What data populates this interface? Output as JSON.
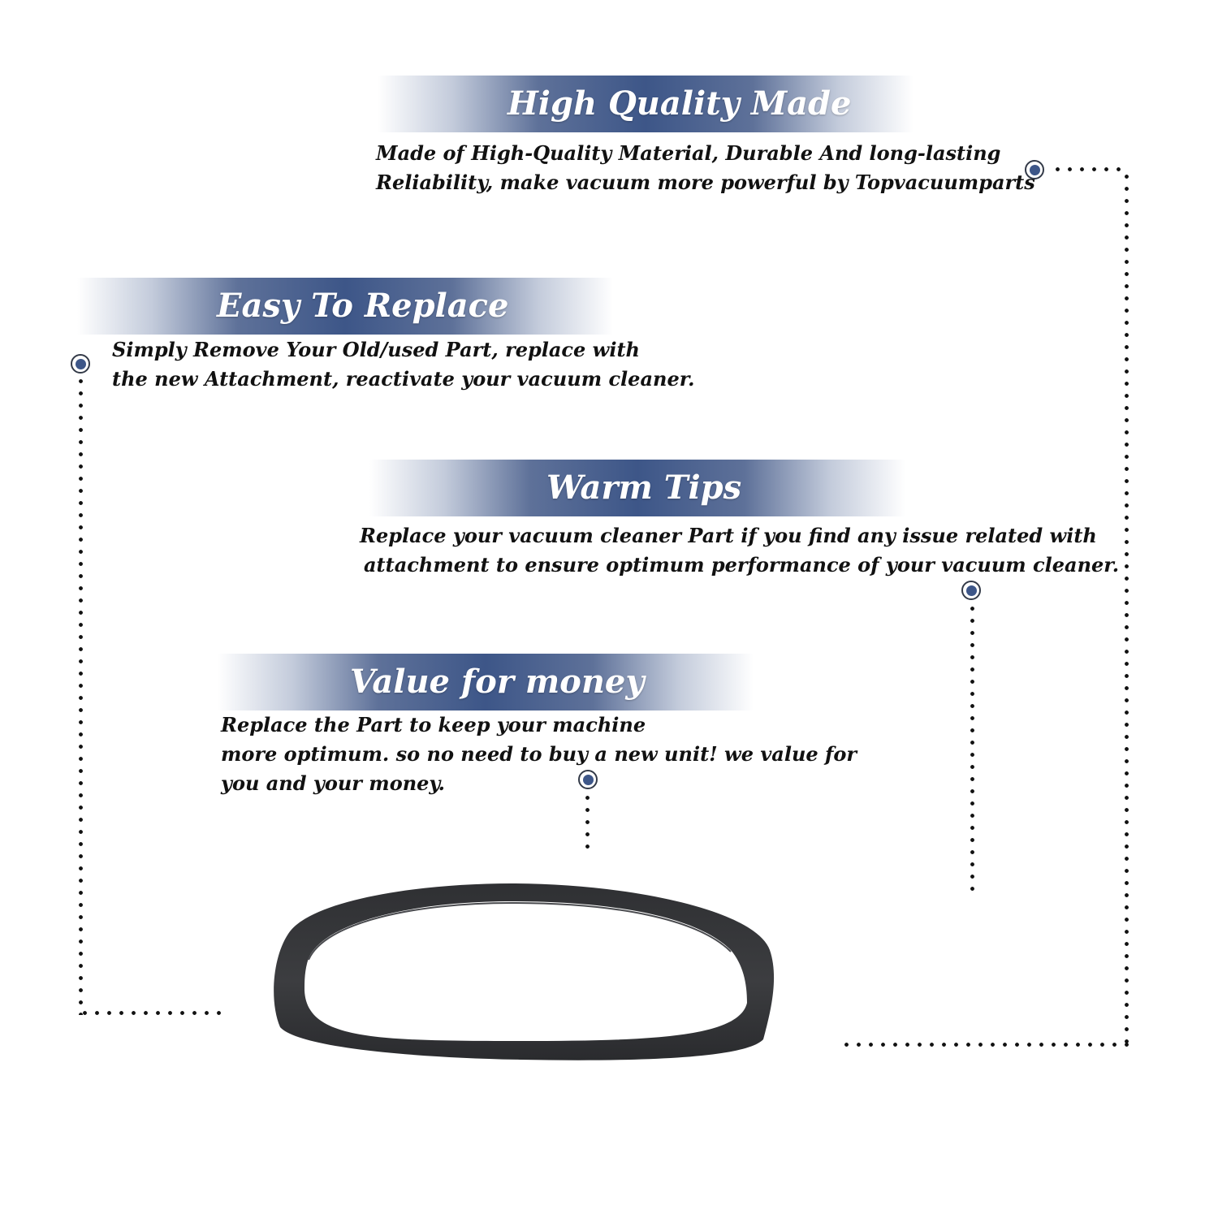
{
  "features": [
    {
      "title": "High Quality Made",
      "lines": [
        "Made of  High-Quality Material, Durable And long-lasting",
        "Reliability, make vacuum more powerful by Topvacuumparts"
      ]
    },
    {
      "title": "Easy To Replace",
      "lines": [
        "Simply Remove Your Old/used Part, replace with",
        "the new Attachment, reactivate your vacuum cleaner."
      ]
    },
    {
      "title": "Warm Tips",
      "lines": [
        "Replace your vacuum cleaner Part if you find any issue related with",
        "attachment to ensure optimum performance of your vacuum cleaner."
      ]
    },
    {
      "title": "Value for money",
      "lines": [
        "Replace the Part to keep your machine",
        "more optimum. so no need to buy a new unit! we value for",
        "you and your money."
      ]
    }
  ],
  "colors": {
    "banner_navy": "#3d5688",
    "text": "#111111",
    "belt": "#3a3b3e"
  }
}
